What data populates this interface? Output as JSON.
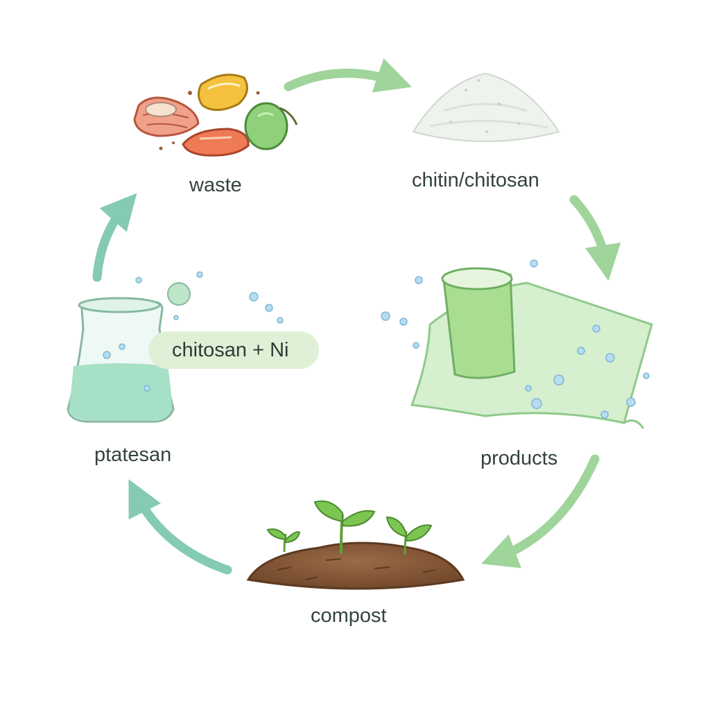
{
  "diagram": {
    "type": "cycle",
    "colors": {
      "arrow_light": "#9fd49a",
      "arrow_teal": "#84cbb1",
      "liquid_green": "#a8dd92",
      "flask_liquid": "#a6e0c6",
      "film": "#d5efcf",
      "soil": "#8a5d3b",
      "leaf": "#7cc552",
      "droplet": "#9ccbe6",
      "label_text": "#33433e",
      "pill_bg": "#dff0d7"
    },
    "nodes": {
      "waste": {
        "label": "waste",
        "icon": "food-scraps-icon"
      },
      "chitin": {
        "label": "chitin/chitosan",
        "icon": "powder-pile-icon"
      },
      "products": {
        "label": "products",
        "icon": "cup-and-film-icon"
      },
      "compost": {
        "label": "compost",
        "icon": "soil-with-sprouts-icon"
      },
      "flask": {
        "label": "ptatesan",
        "icon": "flask-icon"
      }
    },
    "callout": {
      "label": "chitosan + Ni"
    },
    "arrows": [
      {
        "from": "waste",
        "to": "chitin"
      },
      {
        "from": "chitin",
        "to": "products"
      },
      {
        "from": "products",
        "to": "compost"
      },
      {
        "from": "compost",
        "to": "flask"
      },
      {
        "from": "flask",
        "to": "waste"
      }
    ]
  }
}
